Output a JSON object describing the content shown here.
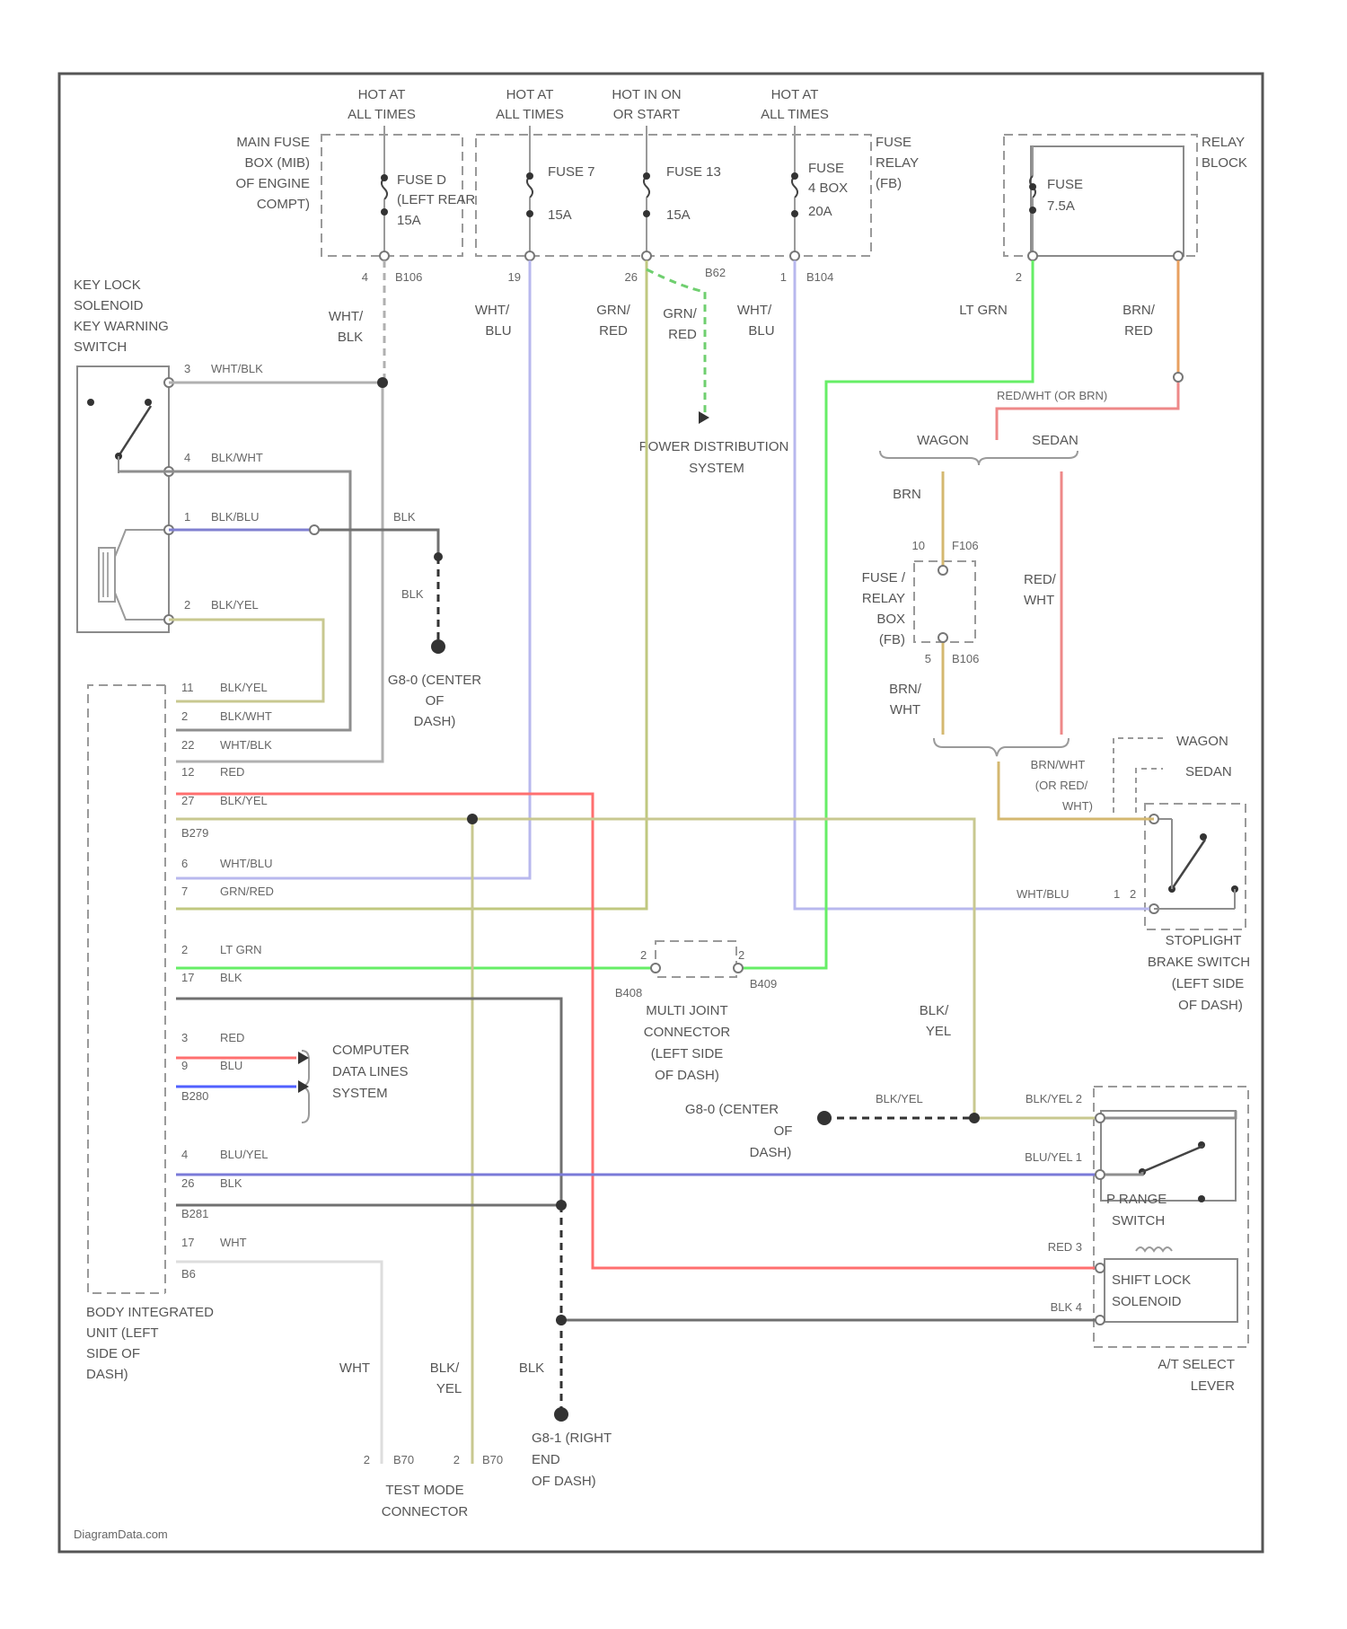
{
  "footer": {
    "watermark": "DiagramData.com"
  },
  "colors": {
    "wht_blk": "#b0b0b0",
    "blk_wht": "#8e8e8e",
    "blk_blu": "#8080d0",
    "blk_yel": "#c8c890",
    "wht_blu": "#b8b8ee",
    "grn_red": "#c0c880",
    "grn_red_dash": "#6fcf6f",
    "lt_grn": "#66ee66",
    "brn_red": "#e8a060",
    "red_wht": "#ee8888",
    "brn": "#d4b870",
    "red": "#ff6f6f",
    "blu": "#5060ff",
    "blk": "#707070",
    "wht": "#dddddd",
    "blu_yel": "#7a7ad8",
    "ground": "#333333"
  },
  "power_sources": [
    {
      "label1": "HOT AT",
      "label2": "ALL TIMES"
    },
    {
      "label1": "HOT AT",
      "label2": "ALL TIMES"
    },
    {
      "label1": "HOT IN ON",
      "label2": "OR START"
    },
    {
      "label1": "HOT AT",
      "label2": "ALL TIMES"
    }
  ],
  "main_fuse_box": {
    "line1": "MAIN FUSE",
    "line2": "BOX (MIB)",
    "line3": "OF ENGINE",
    "line4": "COMPT)"
  },
  "fuses": {
    "fuse_a": {
      "line1": "FUSE D",
      "line2": "(LEFT REAR",
      "line3": "15A"
    },
    "fuse_7": {
      "line1": "FUSE 7",
      "line2": "15A"
    },
    "fuse_13": {
      "line1": "FUSE 13",
      "line2": "15A"
    },
    "fuse_rbox": {
      "line1": "FUSE",
      "line2": "4 BOX",
      "line3": "20A"
    },
    "fuse_75": {
      "line1": "FUSE",
      "line2": "7.5A"
    }
  },
  "fuse_relay_box": {
    "line1": "FUSE",
    "line2": "RELAY",
    "line3": "(FB)"
  },
  "relay_block": {
    "line1": "RELAY",
    "line2": "BLOCK"
  },
  "pins_top": {
    "p1": "4",
    "c1": "B106",
    "p2": "19",
    "p3": "26",
    "c3": "B62",
    "p4": "1",
    "c4": "B104",
    "p5": "2"
  },
  "wire_labels_top": {
    "w1a": "WHT/",
    "w1b": "BLK",
    "w2a": "WHT/",
    "w2b": "BLU",
    "w3a": "GRN/",
    "w3b": "RED",
    "w4a": "GRN/",
    "w4b": "RED",
    "w5a": "WHT/",
    "w5b": "BLU",
    "w6": "LT GRN",
    "w7a": "BRN/",
    "w7b": "RED"
  },
  "power_dist": {
    "line1": "POWER DISTRIBUTION",
    "line2": "SYSTEM"
  },
  "key_lock": {
    "title1": "KEY LOCK",
    "title2": "SOLENOID",
    "title3": "KEY WARNING",
    "title4": "SWITCH",
    "pins": [
      {
        "num": "3",
        "wire": "WHT/BLK"
      },
      {
        "num": "4",
        "wire": "BLK/WHT"
      },
      {
        "num": "1",
        "wire": "BLK/BLU"
      },
      {
        "num": "2",
        "wire": "BLK/YEL"
      }
    ]
  },
  "ground_g1": {
    "wire1": "BLK",
    "wire2": "BLK",
    "line1": "G8-0 (CENTER",
    "line2": "OF",
    "line3": "DASH)"
  },
  "right_mid": {
    "variant": "RED/WHT (OR BRN)",
    "wagon": "WAGON",
    "sedan": "SEDAN",
    "brn": "BRN",
    "pin_top": "10",
    "conn_top": "F106",
    "fuse_label1": "FUSE /",
    "fuse_label2": "RELAY",
    "fuse_label3": "BOX",
    "fuse_label4": "(FB)",
    "pin_bot": "5",
    "conn_bot": "B106",
    "red_wht1": "RED/",
    "red_wht2": "WHT",
    "brn_wht1": "BRN/",
    "brn_wht2": "WHT",
    "join1": "BRN/WHT",
    "join2": "(OR RED/",
    "join3": "WHT)",
    "opt_wagon": "WAGON",
    "opt_sedan": "SEDAN"
  },
  "stoplight": {
    "wire": "WHT/BLU",
    "pin1": "1",
    "pin2": "2",
    "line1": "STOPLIGHT",
    "line2": "BRAKE SWITCH",
    "line3": "(LEFT SIDE",
    "line4": "OF DASH)"
  },
  "body_unit": {
    "title1": "BODY INTEGRATED",
    "title2": "UNIT (LEFT",
    "title3": "SIDE OF",
    "title4": "DASH)",
    "rows": [
      {
        "num": "11",
        "wire": "BLK/YEL"
      },
      {
        "num": "2",
        "wire": "BLK/WHT"
      },
      {
        "num": "22",
        "wire": "WHT/BLK"
      },
      {
        "num": "12",
        "wire": "RED"
      },
      {
        "num": "27",
        "wire": "BLK/YEL"
      },
      {
        "num": "B279",
        "wire": ""
      },
      {
        "num": "6",
        "wire": "WHT/BLU"
      },
      {
        "num": "7",
        "wire": "GRN/RED"
      },
      {
        "num": "2",
        "wire": "LT GRN"
      },
      {
        "num": "17",
        "wire": "BLK"
      },
      {
        "num": "3",
        "wire": "RED"
      },
      {
        "num": "9",
        "wire": "BLU"
      },
      {
        "num": "B280",
        "wire": ""
      },
      {
        "num": "4",
        "wire": "BLU/YEL"
      },
      {
        "num": "26",
        "wire": "BLK"
      },
      {
        "num": "B281",
        "wire": ""
      },
      {
        "num": "17",
        "wire": "WHT"
      },
      {
        "num": "B6",
        "wire": ""
      }
    ]
  },
  "computer": {
    "line1": "COMPUTER",
    "line2": "DATA LINES",
    "line3": "SYSTEM"
  },
  "multi_joint": {
    "pin_l": "2",
    "pin_r": "2",
    "c_l": "B408",
    "c_r": "B409",
    "line1": "MULTI JOINT",
    "line2": "CONNECTOR",
    "line3": "(LEFT SIDE",
    "line4": "OF DASH)"
  },
  "blk_yel_vertical": {
    "line1": "BLK/",
    "line2": "YEL"
  },
  "ground_g2": {
    "line1": "G8-0 (CENTER",
    "line2": "OF",
    "line3": "DASH)",
    "wire": "BLK/YEL"
  },
  "at_select": {
    "pin2": "BLK/YEL 2",
    "pin1": "BLU/YEL 1",
    "pin3": "RED 3",
    "pin4": "BLK 4",
    "prange1": "P RANGE",
    "prange2": "SWITCH",
    "sol1": "SHIFT LOCK",
    "sol2": "SOLENOID",
    "title1": "A/T SELECT",
    "title2": "LEVER"
  },
  "bottom": {
    "wht": "WHT",
    "blk_yel1": "BLK/",
    "blk_yel2": "YEL",
    "blk": "BLK",
    "pin_a": "2",
    "conn_a": "B70",
    "pin_b": "2",
    "conn_b": "B70",
    "test1": "TEST MODE",
    "test2": "CONNECTOR",
    "g3_1": "G8-1 (RIGHT",
    "g3_2": "END",
    "g3_3": "OF DASH)"
  }
}
